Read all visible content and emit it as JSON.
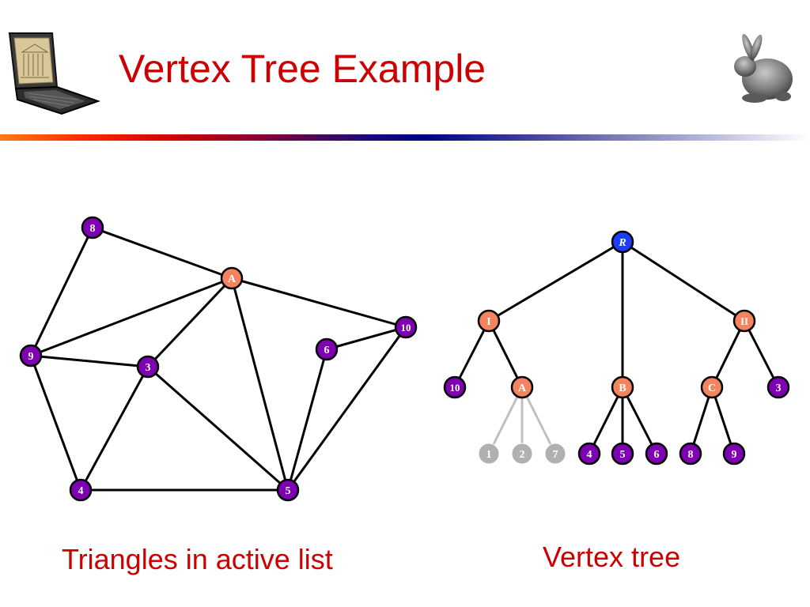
{
  "slide": {
    "title": "Vertex Tree Example",
    "captions": {
      "left": "Triangles in active list",
      "right": "Vertex tree"
    }
  },
  "colors": {
    "title": "#cc0000",
    "vertex_fill": "#7f00b2",
    "highlight_fill": "#f4845f",
    "root_fill": "#1e3cff",
    "inactive_fill": "#b0b0b0",
    "edge": "#000000",
    "inactive_edge": "#c0c0c0"
  },
  "icons": {
    "left": "laptop-icon",
    "right": "bunny-model-icon"
  },
  "mesh": {
    "vertices": [
      {
        "id": "8",
        "kind": "vertex"
      },
      {
        "id": "A",
        "kind": "highlight"
      },
      {
        "id": "9",
        "kind": "vertex"
      },
      {
        "id": "3",
        "kind": "vertex"
      },
      {
        "id": "6",
        "kind": "vertex"
      },
      {
        "id": "10",
        "kind": "vertex"
      },
      {
        "id": "4",
        "kind": "vertex"
      },
      {
        "id": "5",
        "kind": "vertex"
      }
    ],
    "edges": [
      [
        "8",
        "A"
      ],
      [
        "8",
        "9"
      ],
      [
        "A",
        "9"
      ],
      [
        "A",
        "3"
      ],
      [
        "A",
        "5"
      ],
      [
        "A",
        "10"
      ],
      [
        "9",
        "3"
      ],
      [
        "9",
        "4"
      ],
      [
        "3",
        "4"
      ],
      [
        "3",
        "5"
      ],
      [
        "4",
        "5"
      ],
      [
        "5",
        "6"
      ],
      [
        "5",
        "10"
      ],
      [
        "6",
        "10"
      ]
    ]
  },
  "tree": {
    "nodes": [
      {
        "id": "R",
        "kind": "root"
      },
      {
        "id": "I",
        "kind": "highlight"
      },
      {
        "id": "II",
        "kind": "highlight"
      },
      {
        "id": "10",
        "kind": "vertex"
      },
      {
        "id": "A",
        "kind": "highlight"
      },
      {
        "id": "B",
        "kind": "highlight"
      },
      {
        "id": "C",
        "kind": "highlight"
      },
      {
        "id": "3",
        "kind": "vertex"
      },
      {
        "id": "1",
        "kind": "inactive"
      },
      {
        "id": "2",
        "kind": "inactive"
      },
      {
        "id": "7",
        "kind": "inactive"
      },
      {
        "id": "4",
        "kind": "vertex"
      },
      {
        "id": "5",
        "kind": "vertex"
      },
      {
        "id": "6",
        "kind": "vertex"
      },
      {
        "id": "8",
        "kind": "vertex"
      },
      {
        "id": "9",
        "kind": "vertex"
      }
    ],
    "edges": [
      {
        "from": "R",
        "to": "I"
      },
      {
        "from": "R",
        "to": "B"
      },
      {
        "from": "R",
        "to": "II"
      },
      {
        "from": "I",
        "to": "10"
      },
      {
        "from": "I",
        "to": "A"
      },
      {
        "from": "II",
        "to": "C"
      },
      {
        "from": "II",
        "to": "3"
      },
      {
        "from": "A",
        "to": "1",
        "inactive": true
      },
      {
        "from": "A",
        "to": "2",
        "inactive": true
      },
      {
        "from": "A",
        "to": "7",
        "inactive": true
      },
      {
        "from": "B",
        "to": "4"
      },
      {
        "from": "B",
        "to": "5"
      },
      {
        "from": "B",
        "to": "6"
      },
      {
        "from": "C",
        "to": "8"
      },
      {
        "from": "C",
        "to": "9"
      }
    ]
  }
}
